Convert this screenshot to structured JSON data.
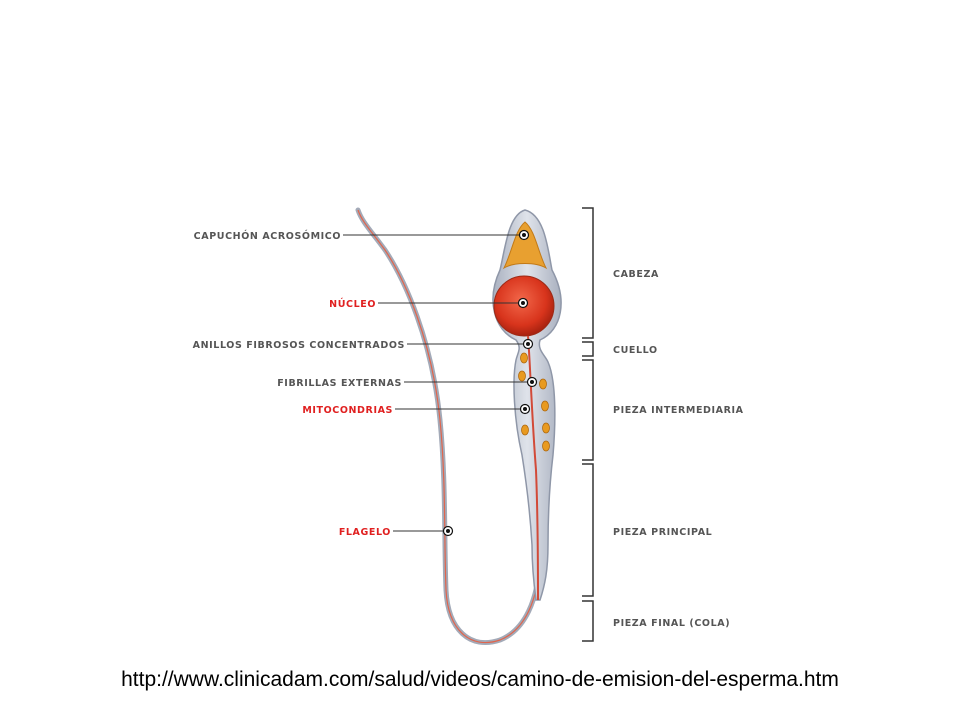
{
  "colors": {
    "label_dark": "#555555",
    "label_red": "#e02020",
    "cell_fill": "#c7ccd6",
    "cell_stroke": "#9aa2b2",
    "acrosome": "#e8a030",
    "nucleus": "#d83a20",
    "mitochondria": "#e89a20",
    "axoneme": "#d24a38"
  },
  "left_labels": [
    {
      "id": "capuchon",
      "text": "CAPUCHÓN ACROSÓMICO",
      "color": "dark"
    },
    {
      "id": "nucleo",
      "text": "NÚCLEO",
      "color": "red"
    },
    {
      "id": "anillos",
      "text": "ANILLOS FIBROSOS CONCENTRADOS",
      "color": "dark"
    },
    {
      "id": "fibrillas",
      "text": "FIBRILLAS EXTERNAS",
      "color": "dark"
    },
    {
      "id": "mitocondrias",
      "text": "MITOCONDRIAS",
      "color": "red"
    },
    {
      "id": "flagelo",
      "text": "FLAGELO",
      "color": "red"
    }
  ],
  "right_labels": [
    {
      "id": "cabeza",
      "text": "CABEZA"
    },
    {
      "id": "cuello",
      "text": "CUELLO"
    },
    {
      "id": "intermedia",
      "text": "PIEZA INTERMEDIARIA"
    },
    {
      "id": "principal",
      "text": "PIEZA PRINCIPAL"
    },
    {
      "id": "final",
      "text": "PIEZA FINAL (COLA)"
    }
  ],
  "source_url": "http://www.clinicadam.com/salud/videos/camino-de-emision-del-esperma.htm"
}
